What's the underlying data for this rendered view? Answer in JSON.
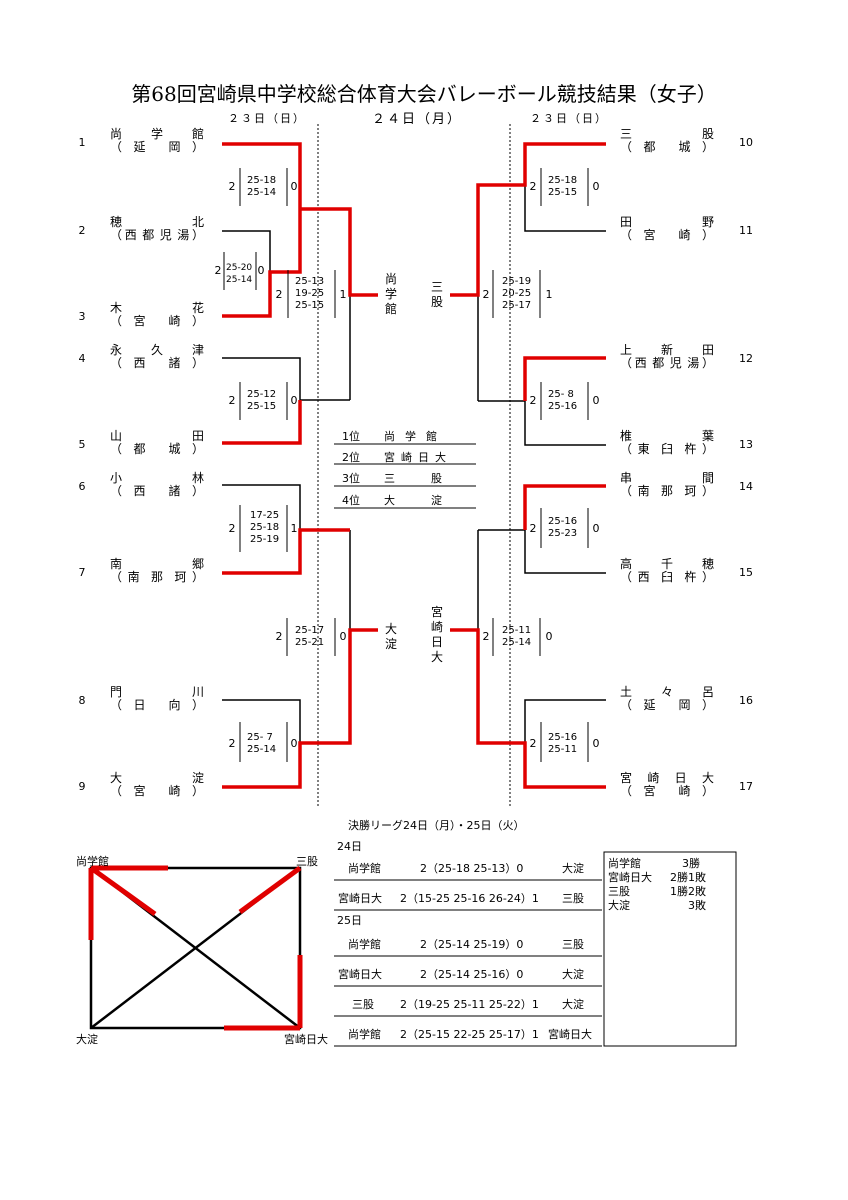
{
  "title": "第68回宮崎県中学校総合体育大会バレーボール競技結果（女子）",
  "days": {
    "left": "２３日（日）",
    "center": "２４日（月）",
    "right": "２３日（日）"
  },
  "teams": [
    {
      "no": "1",
      "name": "尚学館",
      "area": "延岡"
    },
    {
      "no": "2",
      "name": "穂北",
      "area": "西都児湯"
    },
    {
      "no": "3",
      "name": "木花",
      "area": "宮崎"
    },
    {
      "no": "4",
      "name": "永久津",
      "area": "西諸"
    },
    {
      "no": "5",
      "name": "山田",
      "area": "都城"
    },
    {
      "no": "6",
      "name": "小林",
      "area": "西諸"
    },
    {
      "no": "7",
      "name": "南郷",
      "area": "南那珂"
    },
    {
      "no": "8",
      "name": "門川",
      "area": "日向"
    },
    {
      "no": "9",
      "name": "大淀",
      "area": "宮崎"
    },
    {
      "no": "10",
      "name": "三股",
      "area": "都城"
    },
    {
      "no": "11",
      "name": "田野",
      "area": "宮崎"
    },
    {
      "no": "12",
      "name": "上新田",
      "area": "西都児湯"
    },
    {
      "no": "13",
      "name": "椎葉",
      "area": "東臼杵"
    },
    {
      "no": "14",
      "name": "串間",
      "area": "南那珂"
    },
    {
      "no": "15",
      "name": "高千穂",
      "area": "西臼杵"
    },
    {
      "no": "16",
      "name": "土々呂",
      "area": "延岡"
    },
    {
      "no": "17",
      "name": "宮崎日大",
      "area": "宮崎"
    }
  ],
  "matches": [
    {
      "id": "m1",
      "lw": "2",
      "sets": [
        "25-18",
        "25-14"
      ],
      "rw": "0"
    },
    {
      "id": "m23",
      "lw": "2",
      "sets": [
        "25-20",
        "25-14"
      ],
      "rw": "0"
    },
    {
      "id": "mQ1",
      "lw": "2",
      "sets": [
        "25-13",
        "19-25",
        "25-15"
      ],
      "rw": "1"
    },
    {
      "id": "m45",
      "lw": "2",
      "sets": [
        "25-12",
        "25-15"
      ],
      "rw": "0"
    },
    {
      "id": "m67",
      "lw": "2",
      "sets": [
        "17-25",
        "25-18",
        "25-19"
      ],
      "rw": "1"
    },
    {
      "id": "mQ2",
      "lw": "2",
      "sets": [
        "25-17",
        "25-21"
      ],
      "rw": "0"
    },
    {
      "id": "m89",
      "lw": "2",
      "sets": [
        "25- 7",
        "25-14"
      ],
      "rw": "0"
    },
    {
      "id": "m1011",
      "lw": "2",
      "sets": [
        "25-18",
        "25-15"
      ],
      "rw": "0"
    },
    {
      "id": "mQ3",
      "lw": "2",
      "sets": [
        "25-19",
        "20-25",
        "25-17"
      ],
      "rw": "1"
    },
    {
      "id": "m1213",
      "lw": "2",
      "sets": [
        "25- 8",
        "25-16"
      ],
      "rw": "0"
    },
    {
      "id": "m1415",
      "lw": "2",
      "sets": [
        "25-16",
        "25-23"
      ],
      "rw": "0"
    },
    {
      "id": "mQ4",
      "lw": "2",
      "sets": [
        "25-11",
        "25-14"
      ],
      "rw": "0"
    },
    {
      "id": "m1617",
      "lw": "2",
      "sets": [
        "25-16",
        "25-11"
      ],
      "rw": "0"
    }
  ],
  "qualifiers": {
    "left_top": "尚学館",
    "left_bottom": "大淀",
    "right_top": "三股",
    "right_bottom": "宮崎日大"
  },
  "rankings": [
    {
      "rank": "1位",
      "name": "尚学館"
    },
    {
      "rank": "2位",
      "name": "宮崎日大"
    },
    {
      "rank": "3位",
      "name": "三股"
    },
    {
      "rank": "4位",
      "name": "大淀"
    }
  ],
  "league": {
    "heading": "決勝リーグ24日（月）・25日（火）",
    "corners": {
      "tl": "尚学館",
      "tr": "三股",
      "bl": "大淀",
      "br": "宮崎日大"
    },
    "day1": "24日",
    "day2": "25日",
    "results": [
      {
        "home": "尚学館",
        "score": "2（25-18 25-13）0",
        "away": "大淀"
      },
      {
        "home": "宮崎日大",
        "score": "2（15-25 25-16 26-24）1",
        "away": "三股"
      },
      {
        "home": "尚学館",
        "score": "2（25-14 25-19）0",
        "away": "三股"
      },
      {
        "home": "宮崎日大",
        "score": "2（25-14 25-16）0",
        "away": "大淀"
      },
      {
        "home": "三股",
        "score": "2（19-25 25-11 25-22）1",
        "away": "大淀"
      },
      {
        "home": "尚学館",
        "score": "2（25-15 22-25 25-17）1",
        "away": "宮崎日大"
      }
    ],
    "standings": [
      {
        "team": "尚学館",
        "record": "3勝"
      },
      {
        "team": "宮崎日大",
        "record": "2勝1敗"
      },
      {
        "team": "三股",
        "record": "1勝2敗"
      },
      {
        "team": "大淀",
        "record": "3敗"
      }
    ]
  },
  "colors": {
    "winner_line": "#e00000",
    "line": "#000000"
  }
}
